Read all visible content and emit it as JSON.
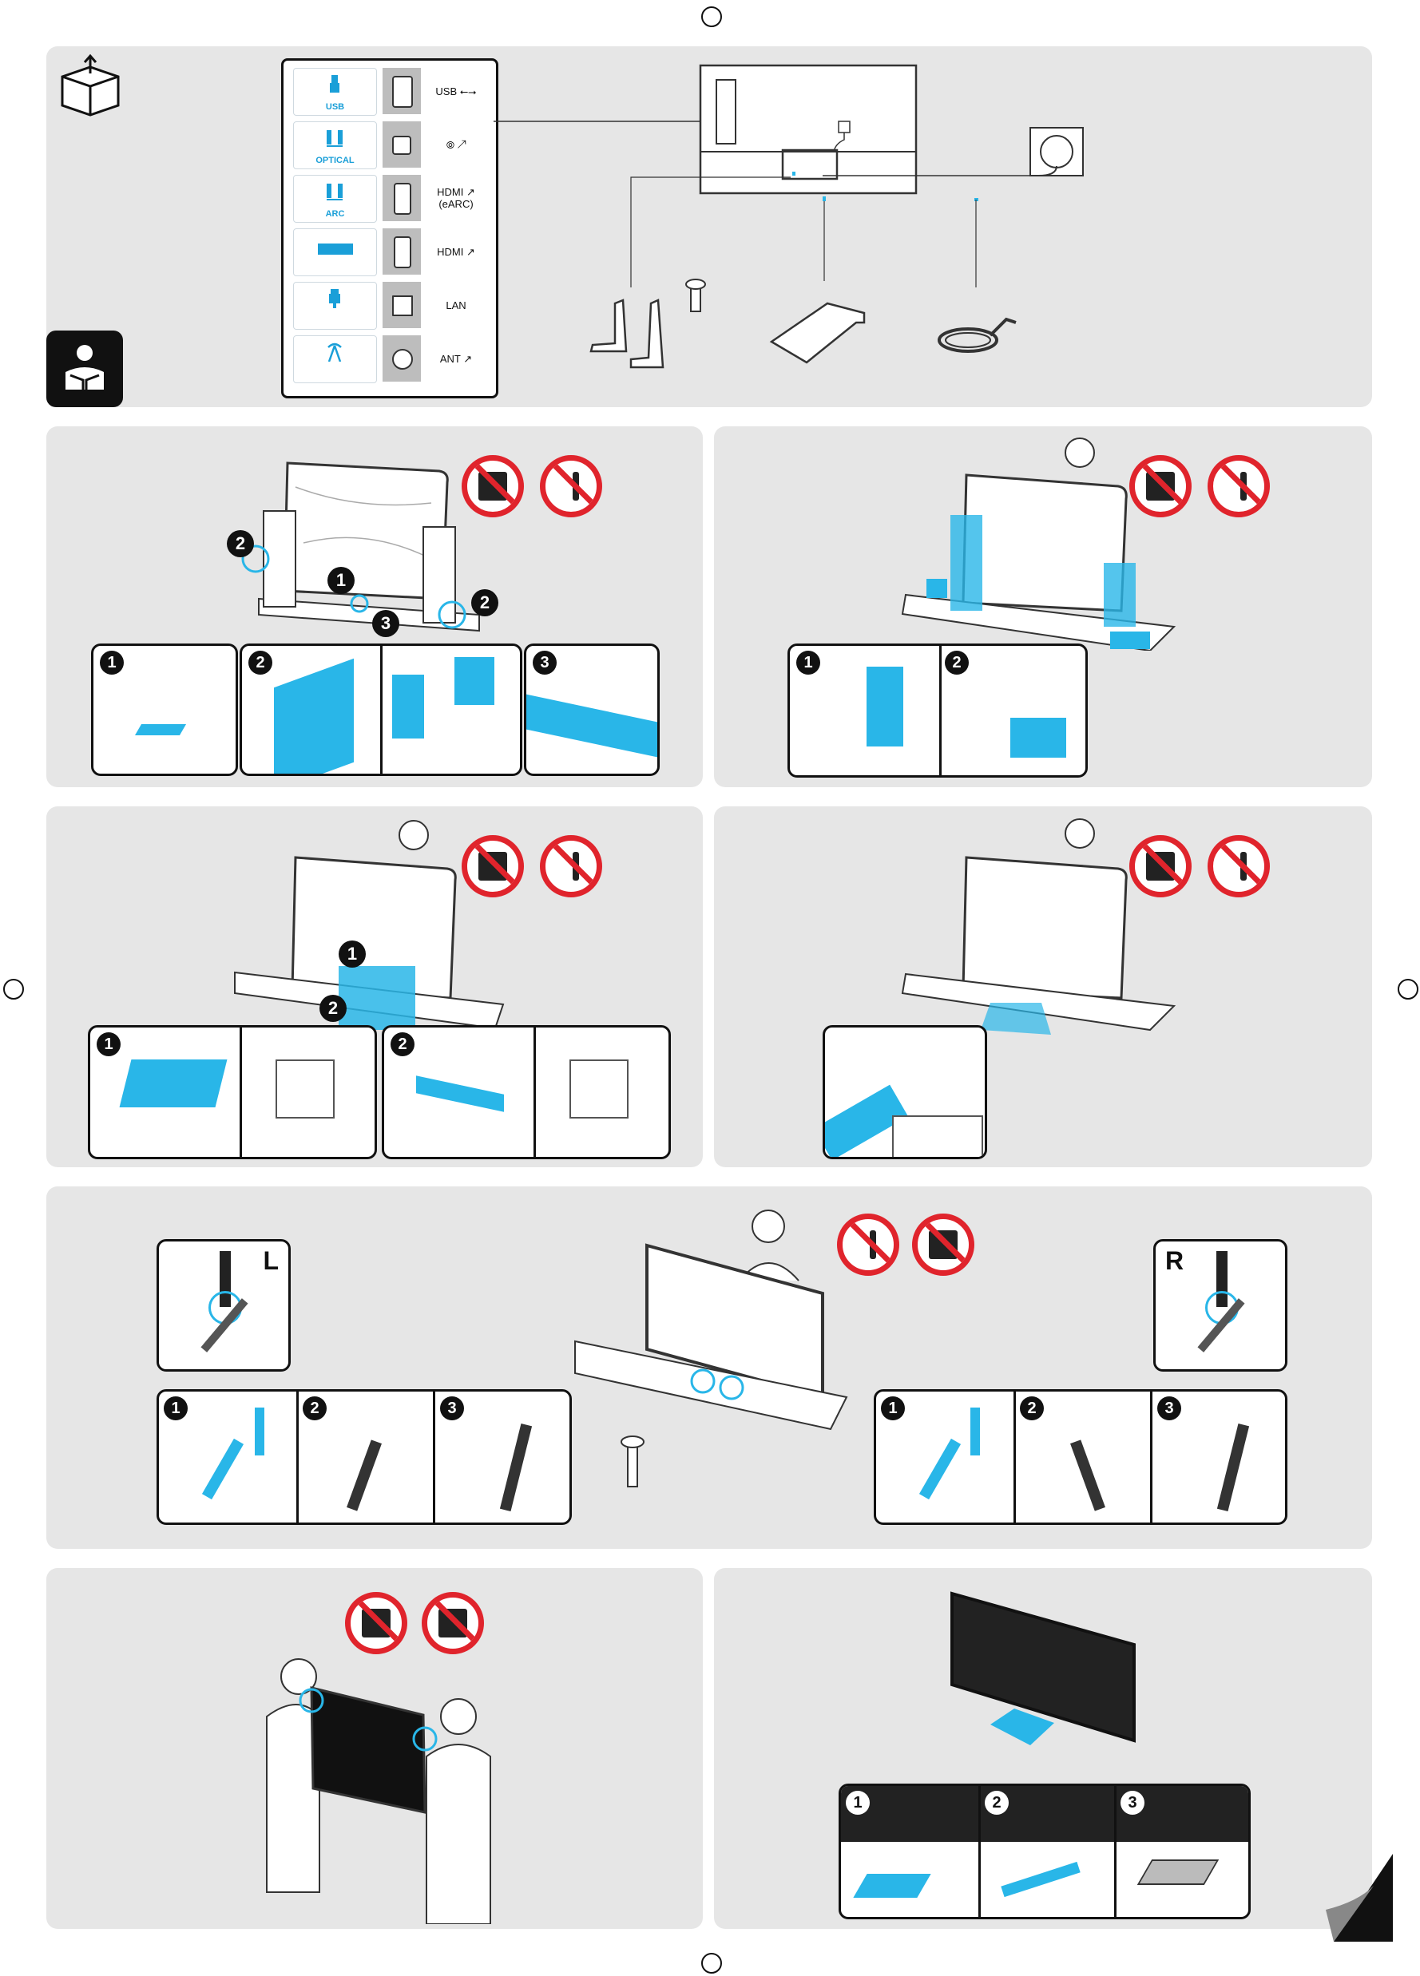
{
  "ports": [
    {
      "icon": "usb-icon",
      "label": "USB",
      "port": "USB ⭠⭢"
    },
    {
      "icon": "optical-icon",
      "label": "OPTICAL",
      "port": "⦾ ↗"
    },
    {
      "icon": "arc-icon",
      "label": "ARC",
      "port": "HDMI ↗ (eARC)"
    },
    {
      "icon": "hdmi-device-icon",
      "label": "",
      "port": "HDMI ↗"
    },
    {
      "icon": "lan-icon",
      "label": "",
      "port": "LAN"
    },
    {
      "icon": "antenna-icon",
      "label": "",
      "port": "ANT ↗"
    }
  ],
  "steps": {
    "n1": "1",
    "n2": "2",
    "n3": "3"
  },
  "stand": {
    "left_label": "L",
    "right_label": "R"
  },
  "colors": {
    "accent": "#29b6e8",
    "panel": "#e6e6e6",
    "warning": "#e0242c"
  }
}
